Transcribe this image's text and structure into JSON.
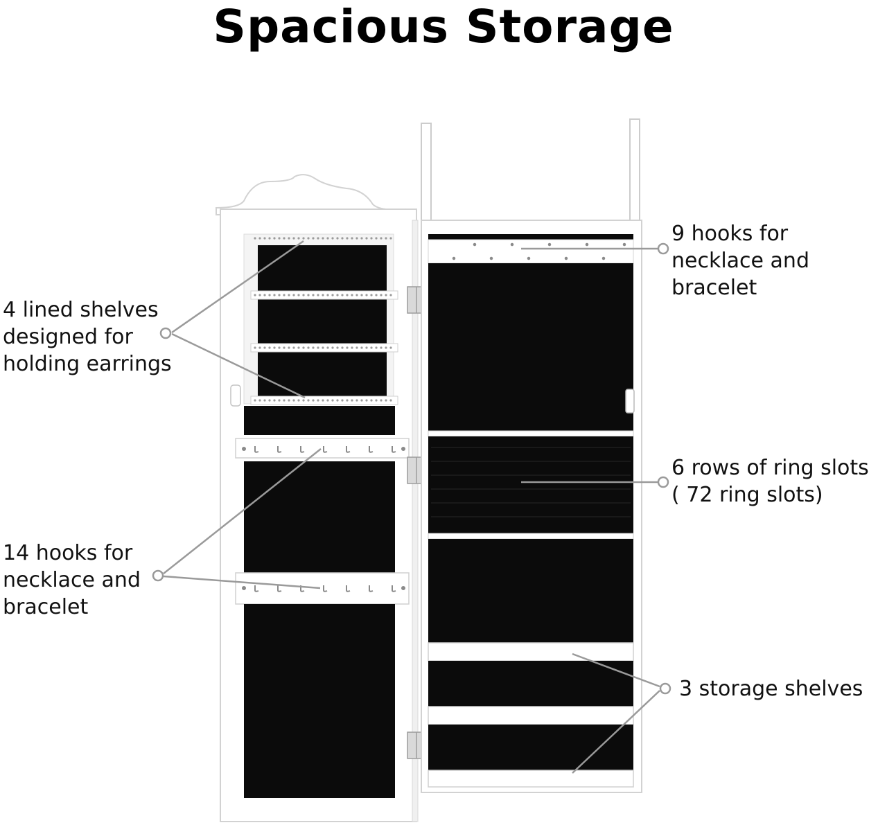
{
  "title": "Spacious Storage",
  "callouts": {
    "lined_shelves": "4 lined shelves\ndesigned for\nholding earrings",
    "hooks_14": "14 hooks for\nnecklace and\nbracelet",
    "hooks_9": "9 hooks for\nnecklace and\nbracelet",
    "ring_slots": "6 rows of ring slots\n( 72 ring slots)",
    "storage_shelves": "3 storage shelves"
  },
  "colors": {
    "cabinet": "#ffffff",
    "lining": "#0b0b0b",
    "leader": "#9a9a9a",
    "outline": "#d6d6d6"
  }
}
